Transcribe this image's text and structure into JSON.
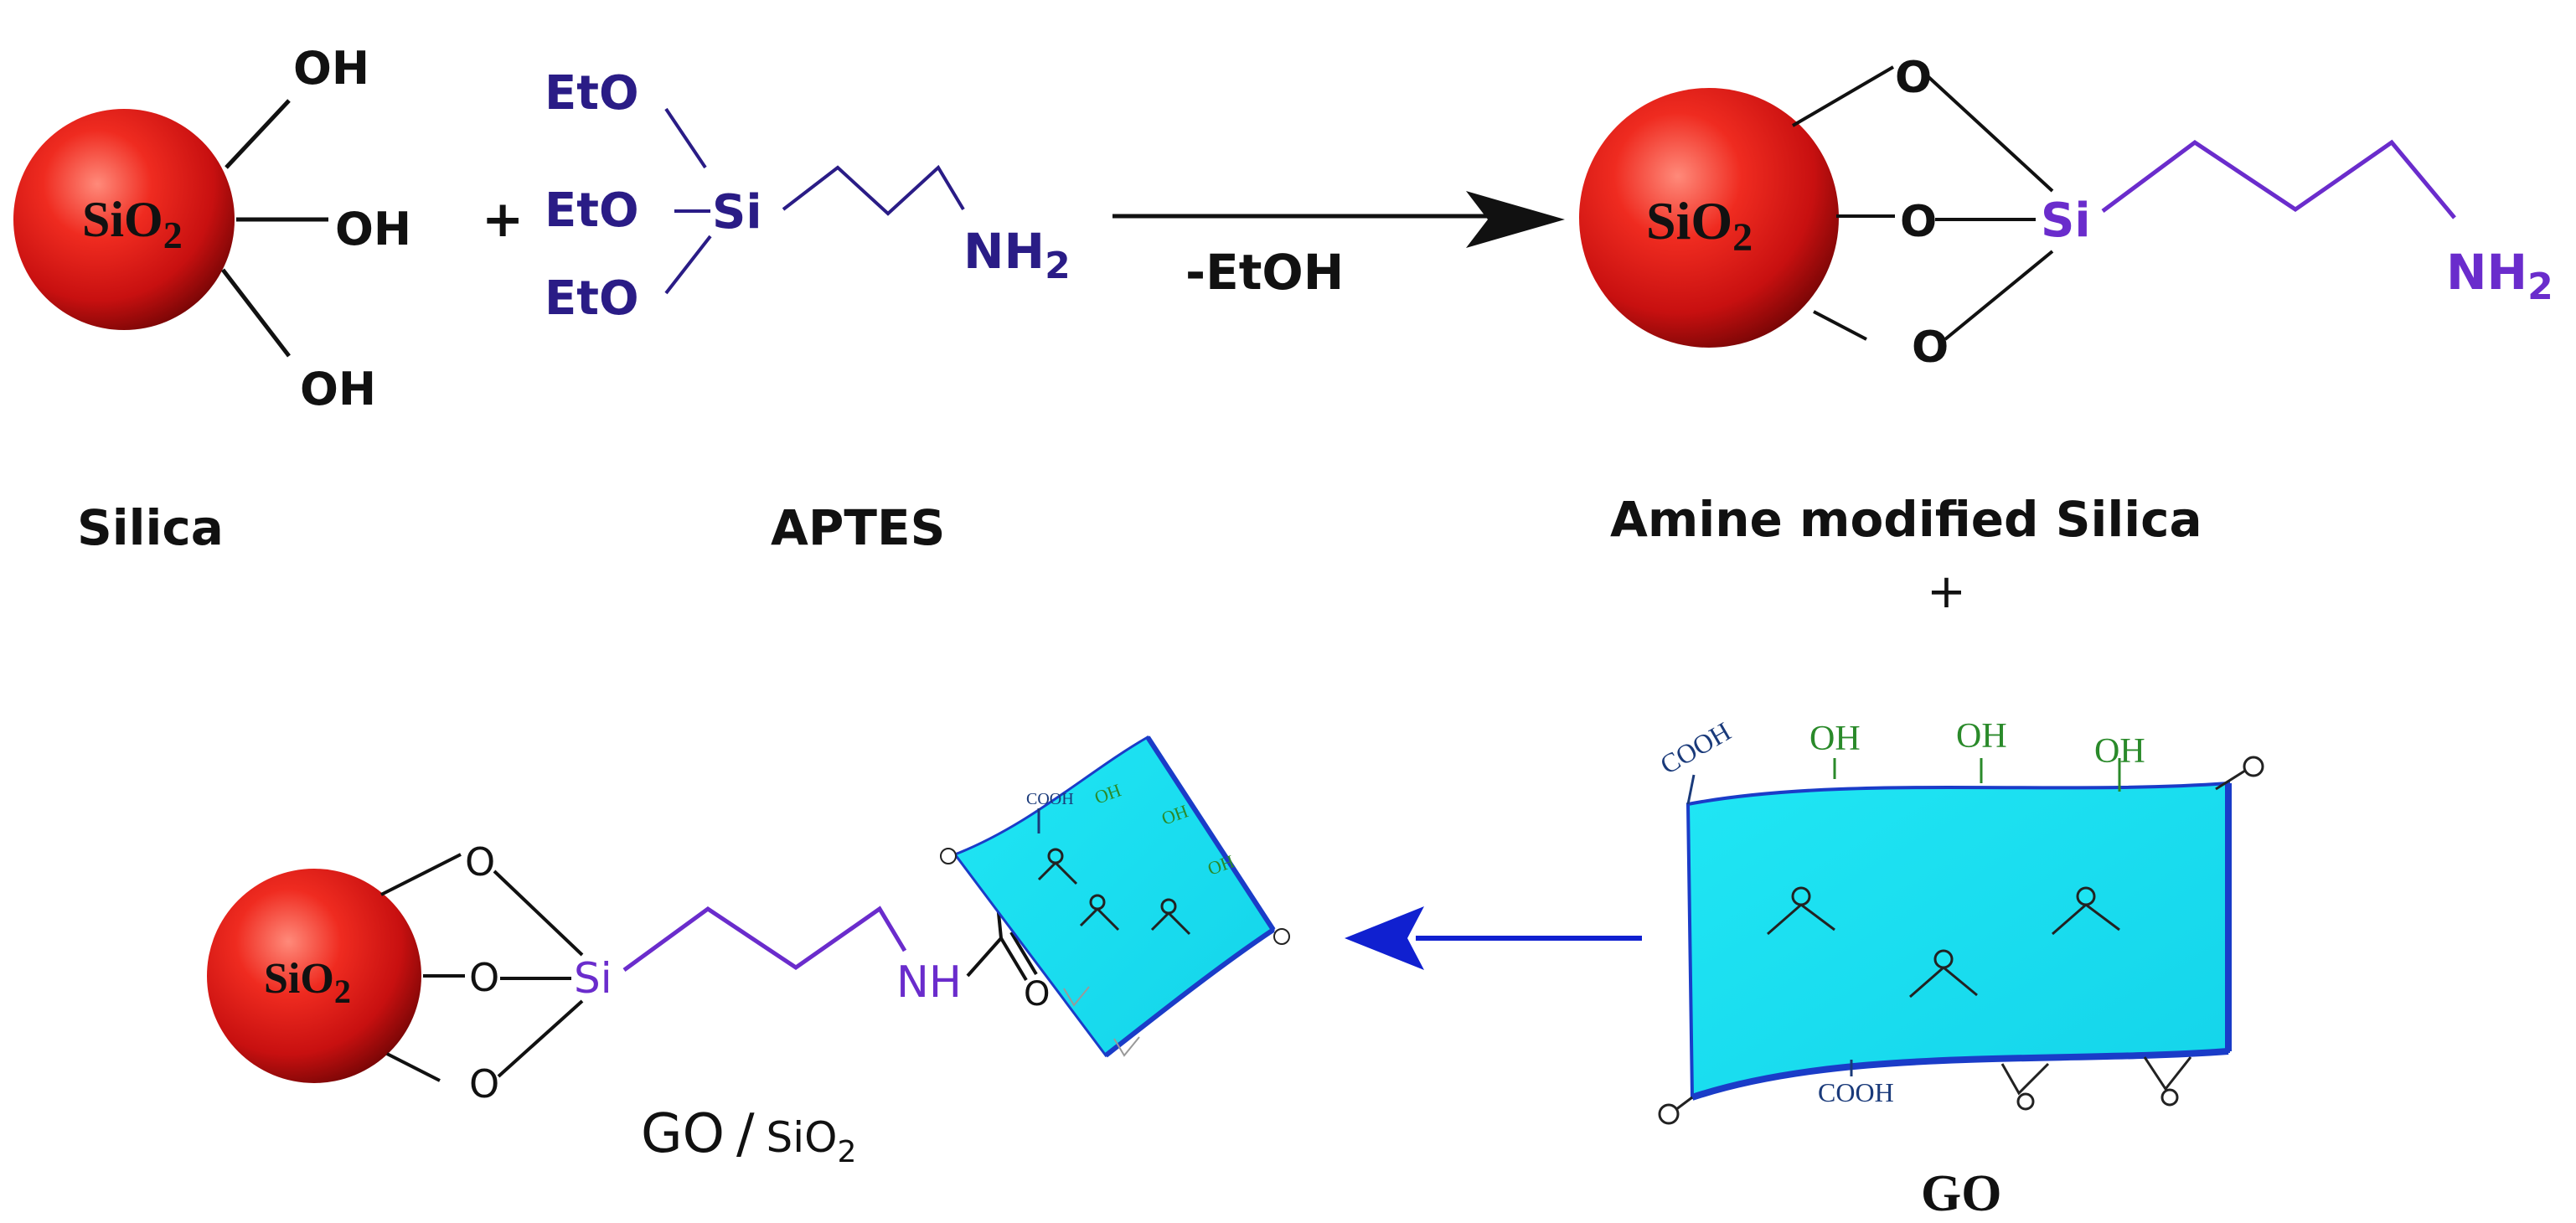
{
  "colors": {
    "sphere": "#d81818",
    "reagent_purple": "#2a1c86",
    "chain_purple": "#6a2ccc",
    "sheet_fill": "#1ee4f2",
    "sheet_edge": "#1a3cc8",
    "arrow_blue": "#1020d0",
    "go_green": "#2a8a2a",
    "cooh_blue": "#1a3a7a",
    "bond_black": "#111111"
  },
  "reaction1": {
    "silica": {
      "core": "SiO",
      "core_sub": "2",
      "oh": [
        "OH",
        "OH",
        "OH"
      ],
      "name": "Silica"
    },
    "plus": "+",
    "aptes": {
      "eto": [
        "EtO",
        "EtO",
        "EtO"
      ],
      "si": "Si",
      "nh": "NH",
      "nh_sub": "2",
      "name": "APTES"
    },
    "arrow_label": "-EtOH",
    "product": {
      "core": "SiO",
      "core_sub": "2",
      "o": [
        "O",
        "O",
        "O"
      ],
      "si": "Si",
      "nh": "NH",
      "nh_sub": "2",
      "name": "Amine modified Silica"
    }
  },
  "reaction2": {
    "plus": "+",
    "go": {
      "cooh": [
        "COOH",
        "COOH"
      ],
      "oh": [
        "OH",
        "OH",
        "OH"
      ],
      "name": "GO"
    },
    "product": {
      "core": "SiO",
      "core_sub": "2",
      "o": [
        "O",
        "O",
        "O"
      ],
      "si": "Si",
      "nh": "NH",
      "carbonyl_o": "O",
      "sheet_cooh": "COOH",
      "sheet_oh": [
        "OH",
        "OH",
        "OH"
      ],
      "name_go": "GO",
      "name_slash": "/",
      "name_sio": "SiO",
      "name_sub": "2"
    }
  }
}
